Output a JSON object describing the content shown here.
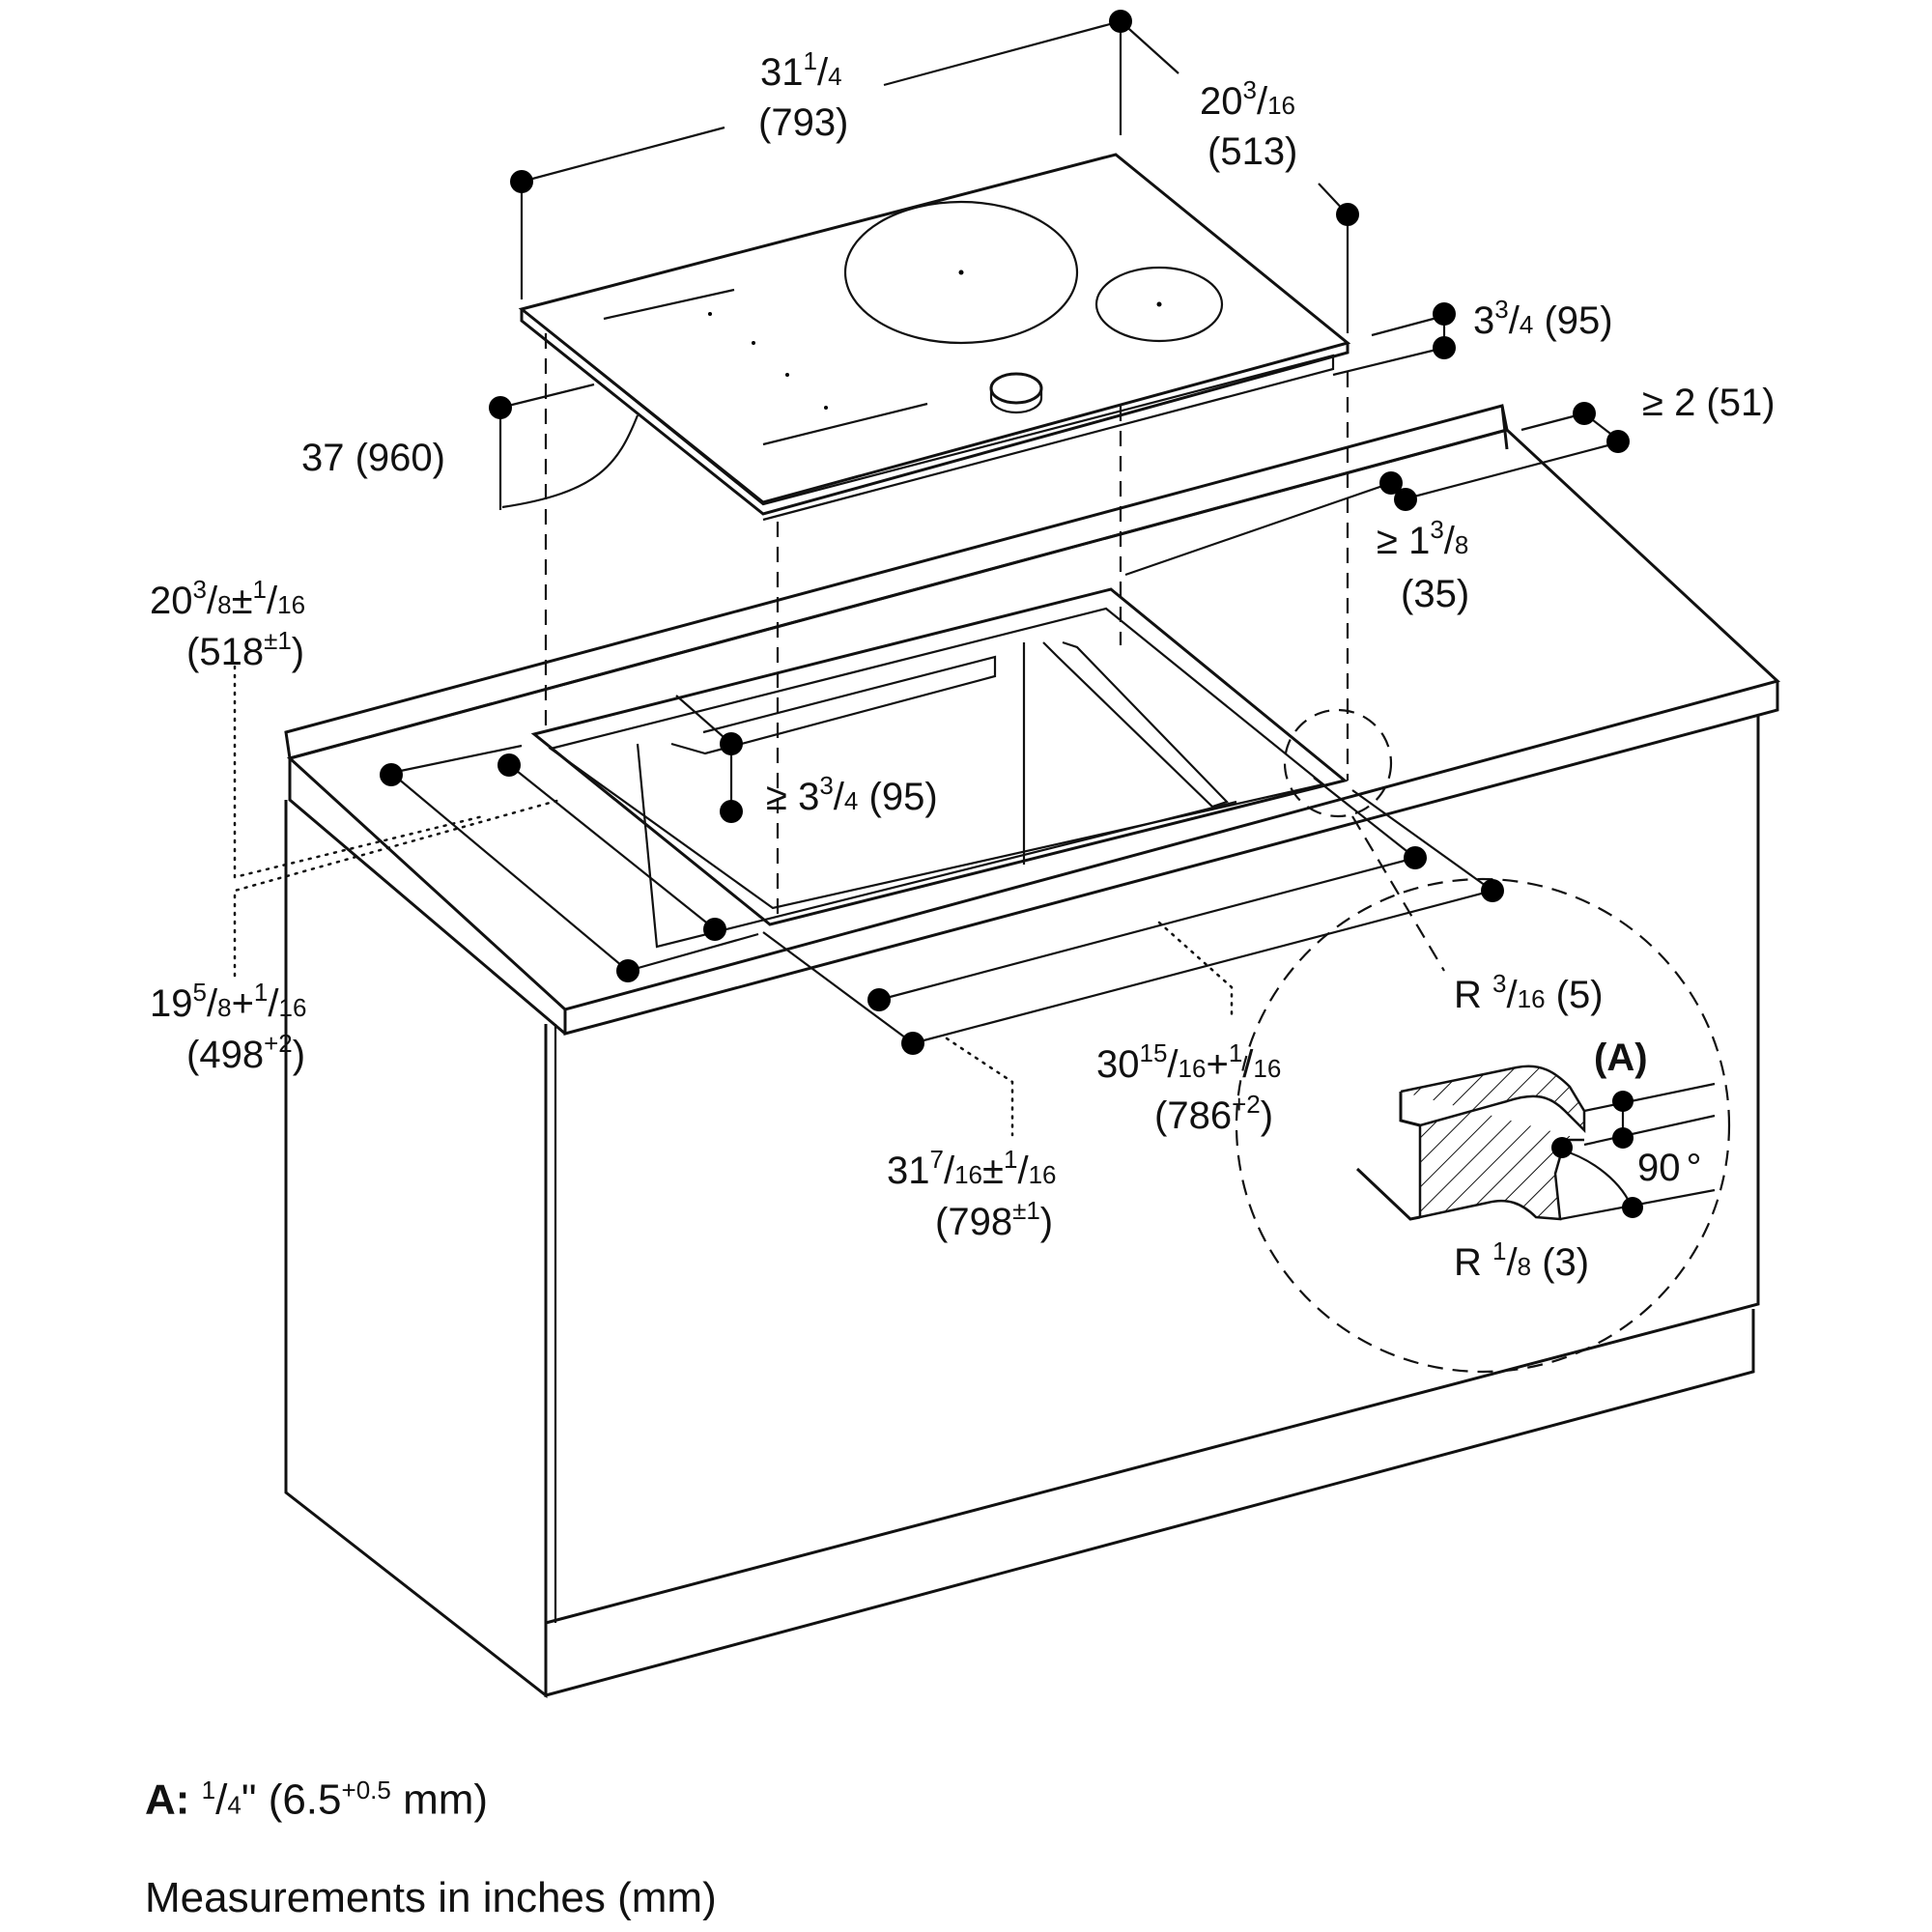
{
  "dimensions": {
    "cooktop_width": {
      "whole": "31",
      "frac_num": "1",
      "frac_den": "4",
      "mm": "(793)"
    },
    "cooktop_depth": {
      "whole": "20",
      "frac_num": "3",
      "frac_den": "16",
      "mm": "(513)"
    },
    "cooktop_height": {
      "whole": "3",
      "frac_num": "3",
      "frac_den": "4",
      "mm": "(95)"
    },
    "cable_length": {
      "text": "37 (960)"
    },
    "back_clearance": {
      "text": "≥ 2 (51)"
    },
    "front_clearance": {
      "prefix": "≥ 1",
      "frac_num": "3",
      "frac_den": "8",
      "mm": "(35)"
    },
    "cutout_depth_outer": {
      "whole": "20",
      "frac_num": "3",
      "frac_den": "8",
      "tol": "±",
      "tol_num": "1",
      "tol_den": "16",
      "mm": "(518",
      "mm_sup": "±1",
      "mm_close": ")"
    },
    "cutout_depth_inner": {
      "whole": "19",
      "frac_num": "5",
      "frac_den": "8",
      "tol": "+",
      "tol_num": "1",
      "tol_den": "16",
      "mm": "(498",
      "mm_sup": "+2",
      "mm_close": ")"
    },
    "min_depth_below": {
      "prefix": "≥ 3",
      "frac_num": "3",
      "frac_den": "4",
      "mm": "(95)"
    },
    "cutout_width_inner": {
      "whole": "30",
      "frac_num": "15",
      "frac_den": "16",
      "tol": "+",
      "tol_num": "1",
      "tol_den": "16",
      "mm": "(786",
      "mm_sup": "+2",
      "mm_close": ")"
    },
    "cutout_width_outer": {
      "whole": "31",
      "frac_num": "7",
      "frac_den": "16",
      "tol": "±",
      "tol_num": "1",
      "tol_den": "16",
      "mm": "(798",
      "mm_sup": "±1",
      "mm_close": ")"
    }
  },
  "detail": {
    "radius_top": {
      "prefix": "R",
      "frac_num": "3",
      "frac_den": "16",
      "mm": "(5)"
    },
    "radius_bottom": {
      "prefix": "R",
      "frac_num": "1",
      "frac_den": "8",
      "mm": "(3)"
    },
    "marker_a": "(A)",
    "angle": "90",
    "angle_unit": "°"
  },
  "notes": {
    "a_key": "A:",
    "a_num": "1",
    "a_den": "4",
    "a_value": "\" (6.5",
    "a_sup": "+0.5",
    "a_unit": " mm)",
    "units": "Measurements in inches (mm)"
  }
}
